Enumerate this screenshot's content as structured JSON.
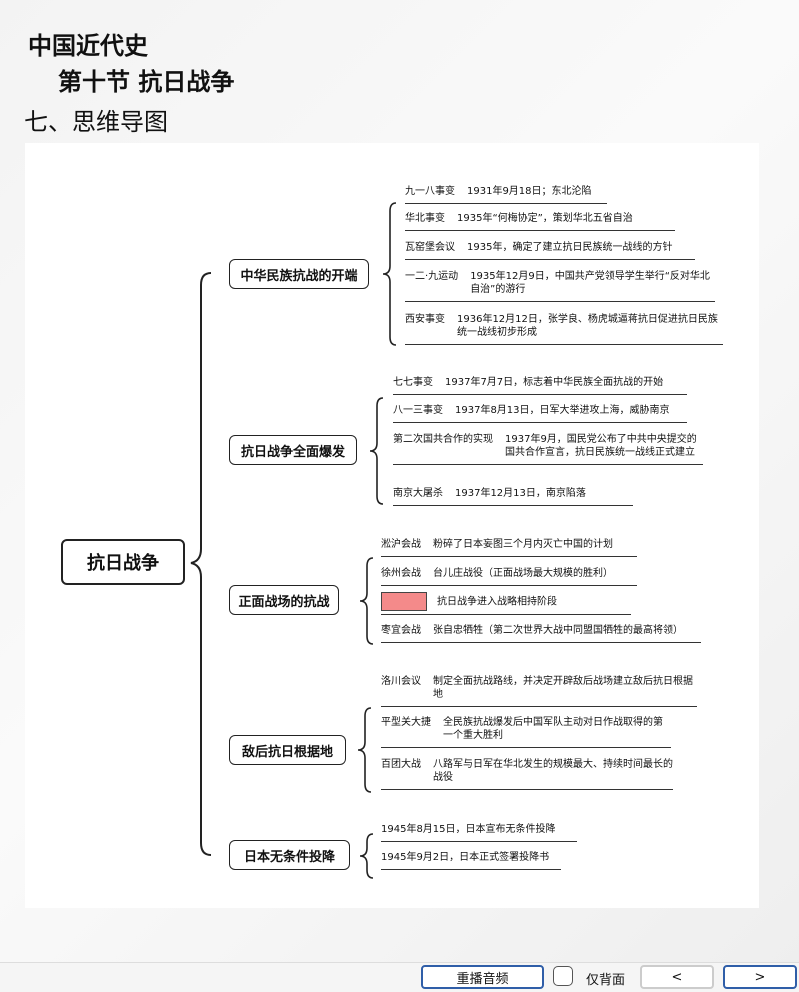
{
  "header": {
    "title1": "中国近代史",
    "title2": "第十节 抗日战争",
    "title3": "七、思维导图"
  },
  "root": "抗日战争",
  "categories": [
    {
      "label": "中华民族抗战的开端",
      "items": [
        {
          "title": "九一八事变",
          "desc": "1931年9月18日；东北沦陷"
        },
        {
          "title": "华北事变",
          "desc": "1935年“何梅协定”，策划华北五省自治"
        },
        {
          "title": "瓦窑堡会议",
          "desc": "1935年，确定了建立抗日民族统一战线的方针"
        },
        {
          "title": "一二·九运动",
          "desc": "1935年12月9日，中国共产党领导学生举行“反对华北自治”的游行"
        },
        {
          "title": "西安事变",
          "desc": "1936年12月12日，张学良、杨虎城逼蒋抗日促进抗日民族统一战线初步形成"
        }
      ]
    },
    {
      "label": "抗日战争全面爆发",
      "items": [
        {
          "title": "七七事变",
          "desc": "1937年7月7日，标志着中华民族全面抗战的开始"
        },
        {
          "title": "八一三事变",
          "desc": "1937年8月13日，日军大举进攻上海，威胁南京"
        },
        {
          "title": "第二次国共合作的实现",
          "desc": "1937年9月，国民党公布了中共中央提交的国共合作宣言，抗日民族统一战线正式建立"
        },
        {
          "title": "南京大屠杀",
          "desc": "1937年12月13日，南京陷落"
        }
      ]
    },
    {
      "label": "正面战场的抗战",
      "items": [
        {
          "title": "淞沪会战",
          "desc": "粉碎了日本妄图三个月内灭亡中国的计划"
        },
        {
          "title": "徐州会战",
          "desc": "台儿庄战役（正面战场最大规模的胜利）"
        },
        {
          "title": "",
          "desc": "抗日战争进入战略相持阶段"
        },
        {
          "title": "枣宜会战",
          "desc": "张自忠牺牲（第二次世界大战中同盟国牺牲的最高将领）"
        }
      ]
    },
    {
      "label": "敌后抗日根据地",
      "items": [
        {
          "title": "洛川会议",
          "desc": "制定全面抗战路线，并决定开辟敌后战场建立敌后抗日根据地"
        },
        {
          "title": "平型关大捷",
          "desc": "全民族抗战爆发后中国军队主动对日作战取得的第一个重大胜利"
        },
        {
          "title": "百团大战",
          "desc": "八路军与日军在华北发生的规模最大、持续时间最长的战役"
        }
      ]
    },
    {
      "label": "日本无条件投降",
      "items": [
        {
          "title": "",
          "desc": "1945年8月15日，日本宣布无条件投降"
        },
        {
          "title": "",
          "desc": "1945年9月2日，日本正式签署投降书"
        }
      ]
    }
  ],
  "controls": {
    "replay": "重播音频",
    "back_only": "仅背面",
    "prev": "<",
    "next": ">"
  }
}
